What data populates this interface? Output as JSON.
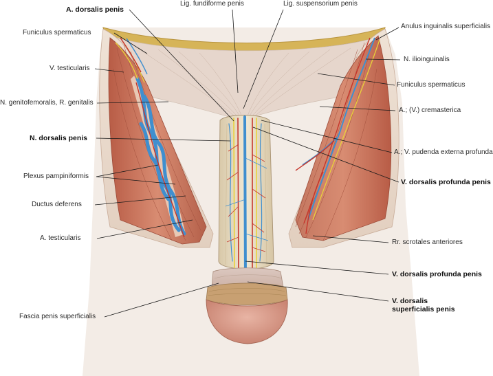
{
  "figure": {
    "colors": {
      "background": "#ffffff",
      "skin_outer": "#ebd8c8",
      "muscle": "#c97862",
      "muscle_dark": "#a9523f",
      "fat_band": "#d8b85a",
      "vein": "#3f8fcf",
      "artery": "#c6362c",
      "nerve": "#e8d23a",
      "glans": "#d79a8a",
      "shaft": "#e6dcc6"
    },
    "labels": {
      "a_dorsalis_penis": "A. dorsalis penis",
      "lig_fundiforme_penis": "Lig. fundiforme penis",
      "lig_suspensorium_penis": "Lig. suspensorium penis",
      "funiculus_spermaticus_left": "Funiculus spermaticus",
      "anulus_inguinalis_superficialis": "Anulus inguinalis superficialis",
      "n_ilioinguinalis": "N. ilioinguinalis",
      "v_testicularis": "V. testicularis",
      "funiculus_spermaticus_right": "Funiculus spermaticus",
      "n_genitofemoralis": "N. genitofemoralis, R. genitalis",
      "a_v_cremasterica": "A.; (V.) cremasterica",
      "n_dorsalis_penis": "N. dorsalis penis",
      "a_v_pudenda_externa_profunda": "A.; V. pudenda externa profunda",
      "plexus_pampiniformis": "Plexus pampiniformis",
      "v_dorsalis_profunda_penis_1": "V. dorsalis profunda penis",
      "ductus_deferens": "Ductus deferens",
      "a_testicularis": "A. testicularis",
      "rr_scrotales_anteriores": "Rr. scrotales anteriores",
      "v_dorsalis_profunda_penis_2": "V. dorsalis profunda penis",
      "fascia_penis_superficialis": "Fascia penis superficialis",
      "v_dorsalis_superficialis_penis_1": "V. dorsalis",
      "v_dorsalis_superficialis_penis_2": "superficialis penis"
    }
  }
}
